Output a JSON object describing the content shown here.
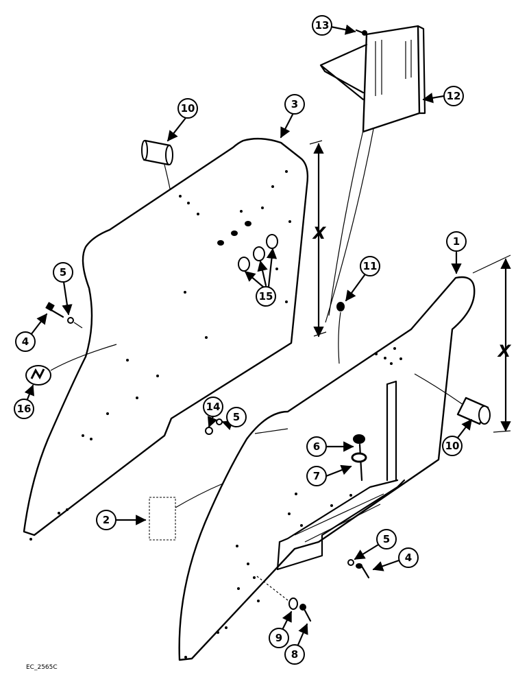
{
  "figure_code": "EC_2565C",
  "dimension_label": "X",
  "callouts": {
    "c1": "1",
    "c2": "2",
    "c3": "3",
    "c4a": "4",
    "c4b": "4",
    "c5a": "5",
    "c5b": "5",
    "c5c": "5",
    "c6": "6",
    "c7": "7",
    "c8": "8",
    "c9": "9",
    "c10a": "10",
    "c10b": "10",
    "c11": "11",
    "c12": "12",
    "c13": "13",
    "c14": "14",
    "c15": "15",
    "c16": "16"
  }
}
